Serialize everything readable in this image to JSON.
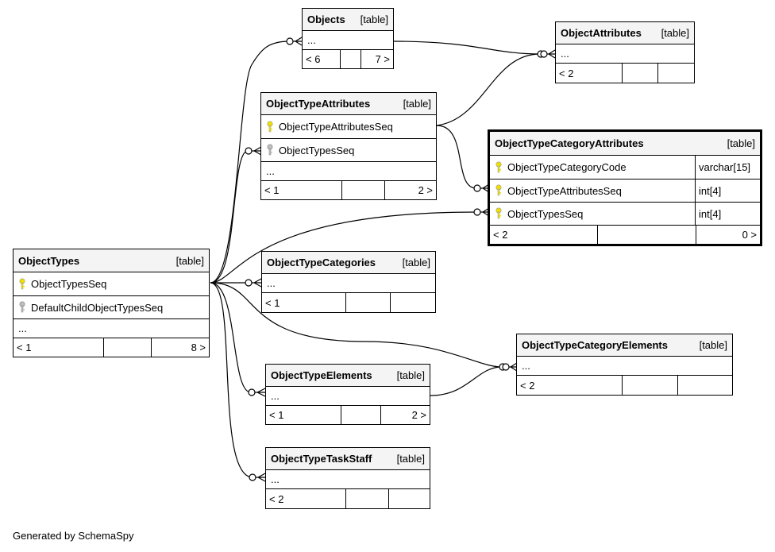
{
  "footer": "Generated by SchemaSpy",
  "tag": "[table]",
  "ellipsis": "...",
  "colors": {
    "primary_key": "#f0e000",
    "foreign_key": "#bdbdbd",
    "header_bg": "#f4f4f4"
  },
  "tables": {
    "objects": {
      "name": "Objects",
      "parents": "< 6",
      "children": "7 >"
    },
    "object_attributes": {
      "name": "ObjectAttributes",
      "parents": "< 2",
      "children": ""
    },
    "object_type_attributes": {
      "name": "ObjectTypeAttributes",
      "columns": [
        {
          "name": "ObjectTypeAttributesSeq",
          "key": "primary-key-icon"
        },
        {
          "name": "ObjectTypesSeq",
          "key": "foreign-key-icon"
        }
      ],
      "parents": "< 1",
      "children": "2 >"
    },
    "object_type_category_attributes": {
      "name": "ObjectTypeCategoryAttributes",
      "columns": [
        {
          "name": "ObjectTypeCategoryCode",
          "type": "varchar[15]",
          "key": "primary-key-icon"
        },
        {
          "name": "ObjectTypeAttributesSeq",
          "type": "int[4]",
          "key": "primary-key-icon"
        },
        {
          "name": "ObjectTypesSeq",
          "type": "int[4]",
          "key": "primary-key-icon"
        }
      ],
      "parents": "< 2",
      "children": "0 >"
    },
    "object_types": {
      "name": "ObjectTypes",
      "columns": [
        {
          "name": "ObjectTypesSeq",
          "key": "primary-key-icon"
        },
        {
          "name": "DefaultChildObjectTypesSeq",
          "key": "foreign-key-icon"
        }
      ],
      "parents": "< 1",
      "children": "8 >"
    },
    "object_type_categories": {
      "name": "ObjectTypeCategories",
      "parents": "< 1",
      "children": ""
    },
    "object_type_category_elements": {
      "name": "ObjectTypeCategoryElements",
      "parents": "< 2",
      "children": ""
    },
    "object_type_elements": {
      "name": "ObjectTypeElements",
      "parents": "< 1",
      "children": "2 >"
    },
    "object_type_task_staff": {
      "name": "ObjectTypeTaskStaff",
      "parents": "< 2",
      "children": ""
    }
  }
}
